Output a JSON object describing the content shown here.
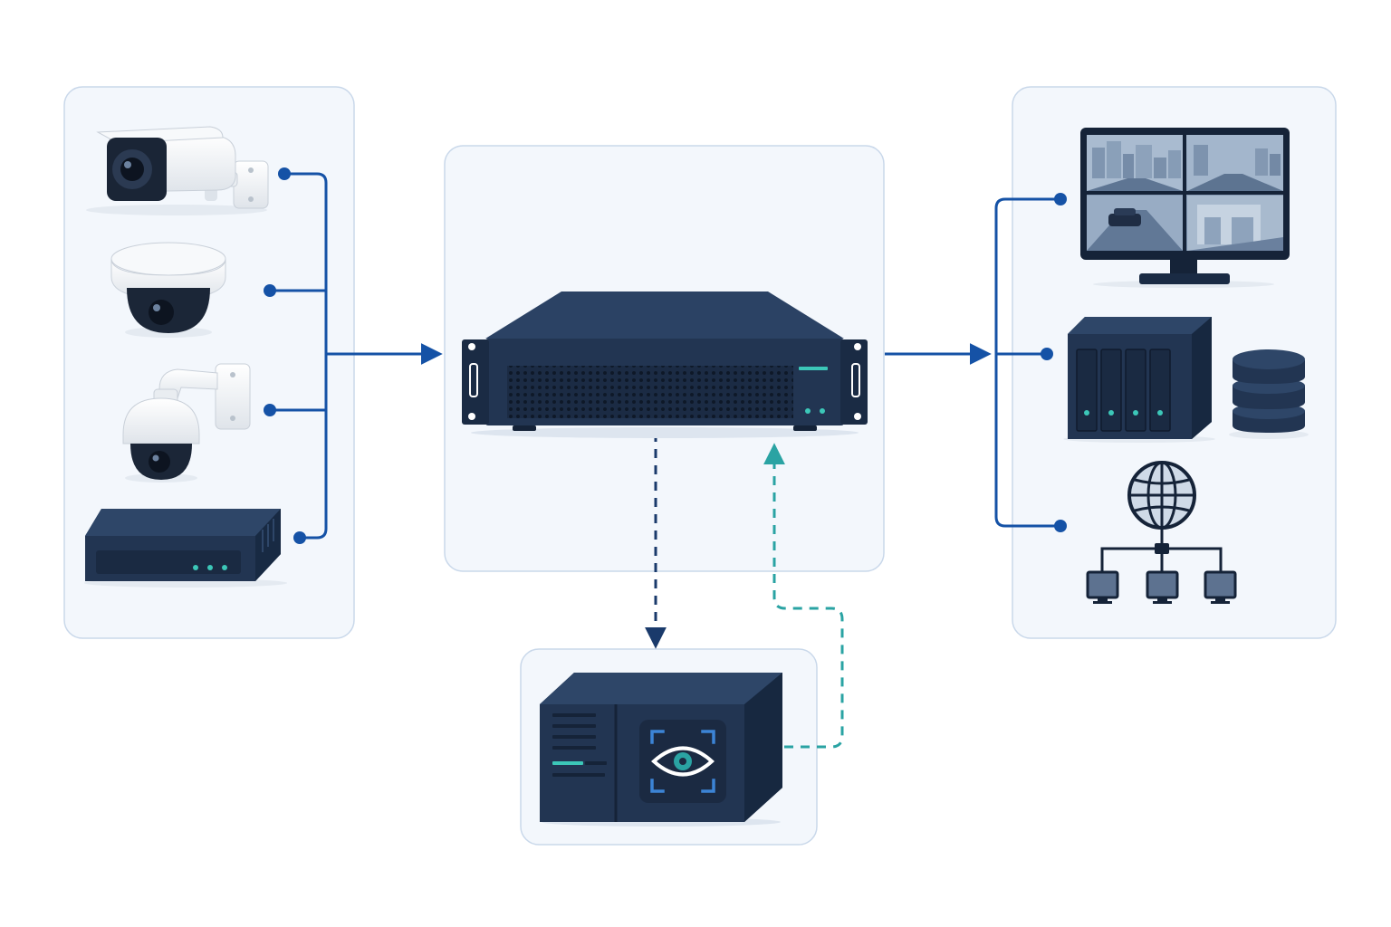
{
  "colors": {
    "background": "#ffffff",
    "panel_fill": "#f3f7fc",
    "panel_stroke": "#c9d8ea",
    "connector_blue": "#1552a6",
    "connector_dark_dashed": "#1a3a6b",
    "connector_teal_dashed": "#2aa3a3",
    "device_navy": "#223552",
    "device_navy_dark": "#152338",
    "led_teal": "#3cc7b8",
    "icon_slate": "#5d7290"
  },
  "panels": {
    "sources": {
      "devices": [
        "bullet-camera-icon",
        "dome-camera-icon",
        "ptz-camera-icon",
        "recorder-box-icon"
      ]
    },
    "processing": {
      "device": "rack-server-icon"
    },
    "analytics": {
      "device": "ai-vision-unit-icon",
      "badge": "eye-icon"
    },
    "outputs": {
      "devices": [
        "video-wall-monitor-icon",
        "nas-storage-icon",
        "database-icon",
        "network-distribution-icon"
      ]
    }
  },
  "connectors": [
    {
      "from": "sources",
      "to": "processing",
      "style": "solid"
    },
    {
      "from": "processing",
      "to": "outputs",
      "style": "solid"
    },
    {
      "from": "processing",
      "to": "analytics",
      "style": "dashed"
    },
    {
      "from": "analytics",
      "to": "processing",
      "style": "dashed"
    }
  ]
}
